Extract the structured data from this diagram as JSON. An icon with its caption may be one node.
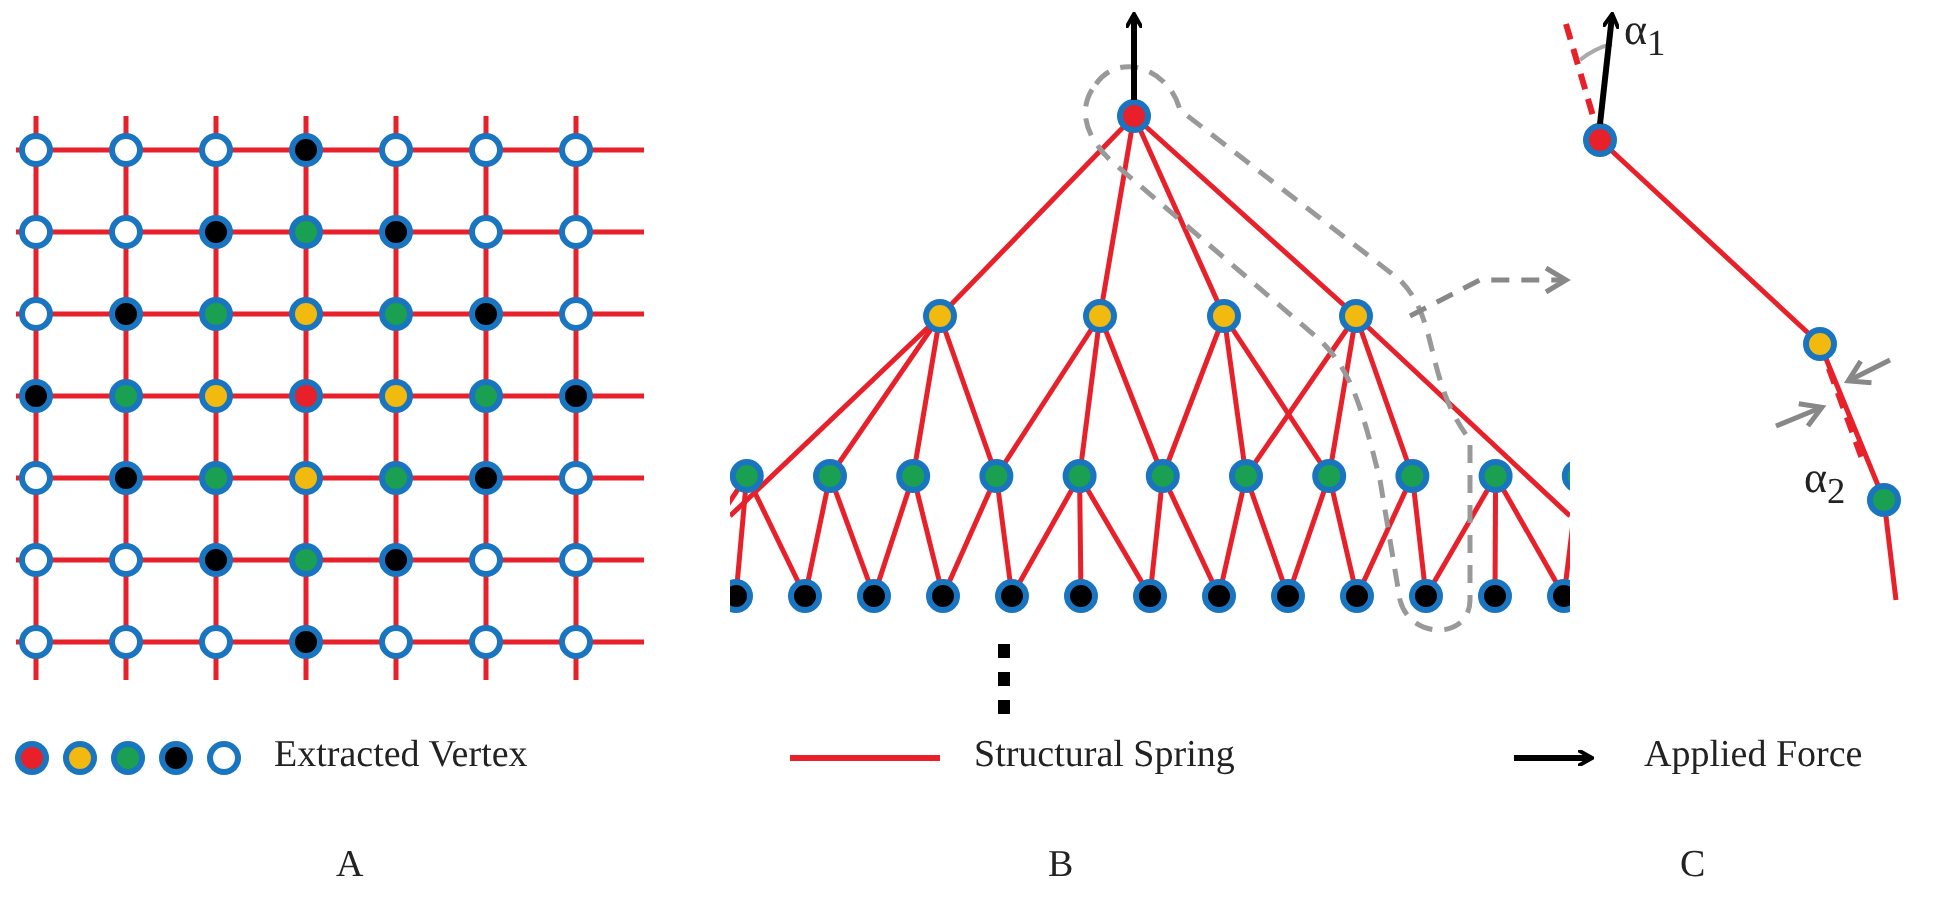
{
  "diagram": {
    "labels": [
      "α$_{1}$",
      "α$_{2}$",
      "A",
      "B",
      "C"
    ],
    "legend": [
      {
        "text": "Extracted Vertex"
      },
      {
        "text": "Structural Spring"
      },
      {
        "text": "Applied Force"
      }
    ]
  }
}
